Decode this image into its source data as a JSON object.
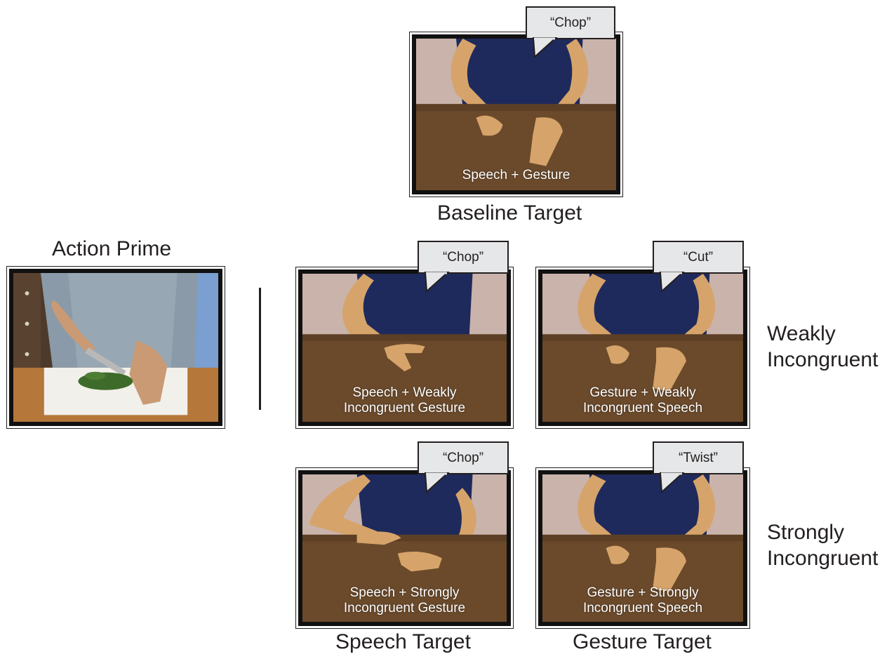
{
  "labels": {
    "action_prime": "Action Prime",
    "baseline_target": "Baseline Target",
    "weakly_incongruent": [
      "Weakly",
      "Incongruent"
    ],
    "strongly_incongruent": [
      "Strongly",
      "Incongruent"
    ],
    "speech_target": "Speech Target",
    "gesture_target": "Gesture Target"
  },
  "panels": {
    "baseline": {
      "bubble": "“Chop”",
      "caption": [
        "Speech + Gesture"
      ]
    },
    "speech_weak": {
      "bubble": "“Chop”",
      "caption": [
        "Speech + Weakly",
        "Incongruent Gesture"
      ]
    },
    "gesture_weak": {
      "bubble": "“Cut”",
      "caption": [
        "Gesture + Weakly",
        "Incongruent Speech"
      ]
    },
    "speech_strong": {
      "bubble": "“Chop”",
      "caption": [
        "Speech + Strongly",
        "Incongruent Gesture"
      ]
    },
    "gesture_strong": {
      "bubble": "“Twist”",
      "caption": [
        "Gesture + Strongly",
        "Incongruent Speech"
      ]
    }
  },
  "colors": {
    "frame": "#111111",
    "bubble_fill": "#e6e7e8",
    "table": "#6b4a2b",
    "shirt": "#1f2a5c",
    "wall": "#c9b3ab",
    "skin": "#d6a46a",
    "caption_text": "#ffffff"
  }
}
